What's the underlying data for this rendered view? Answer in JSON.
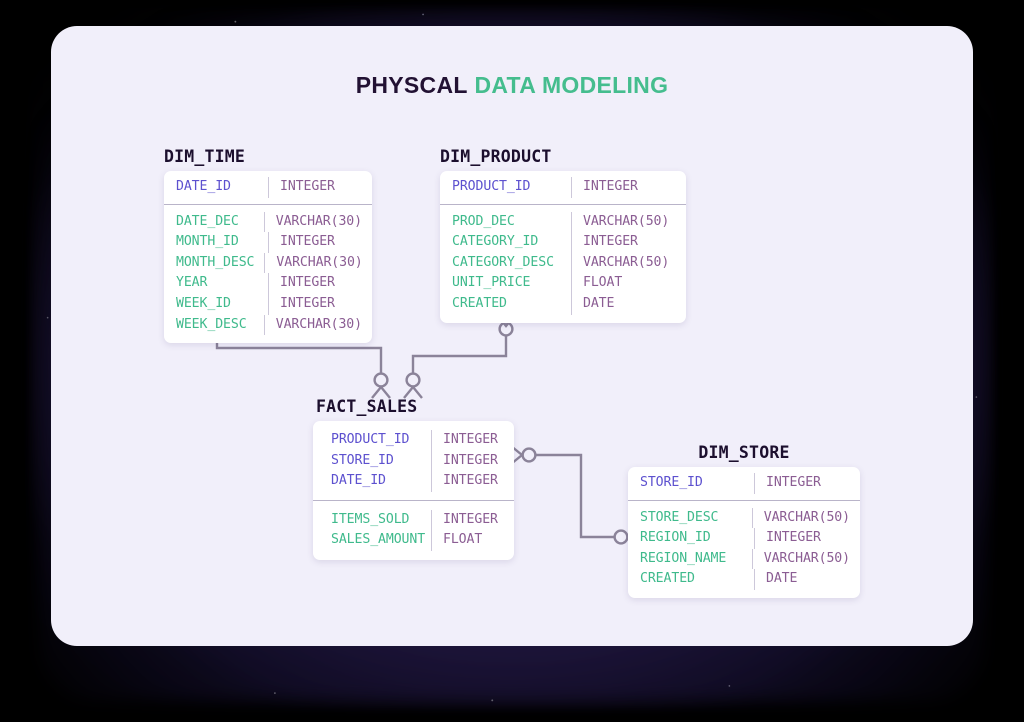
{
  "title": {
    "part1": "PHYSCAL",
    "part2": "DATA MODELING"
  },
  "colors": {
    "background": "#000000",
    "panel": "#f1effa",
    "table_bg": "#ffffff",
    "title_dark": "#221133",
    "title_green": "#45bd8e",
    "pk_column": "#5d51cf",
    "column_name": "#3fba8c",
    "data_type": "#8b5d93",
    "connector": "#8b8399",
    "divider": "#cdc8da"
  },
  "entities": [
    {
      "name": "DIM_TIME",
      "keys": [
        {
          "name": "DATE_ID",
          "type": "INTEGER"
        }
      ],
      "columns": [
        {
          "name": "DATE_DEC",
          "type": "VARCHAR(30)"
        },
        {
          "name": "MONTH_ID",
          "type": "INTEGER"
        },
        {
          "name": "MONTH_DESC",
          "type": "VARCHAR(30)"
        },
        {
          "name": "YEAR",
          "type": "INTEGER"
        },
        {
          "name": "WEEK_ID",
          "type": "INTEGER"
        },
        {
          "name": "WEEK_DESC",
          "type": "VARCHAR(30)"
        }
      ]
    },
    {
      "name": "DIM_PRODUCT",
      "keys": [
        {
          "name": "PRODUCT_ID",
          "type": "INTEGER"
        }
      ],
      "columns": [
        {
          "name": "PROD_DEC",
          "type": "VARCHAR(50)"
        },
        {
          "name": "CATEGORY_ID",
          "type": "INTEGER"
        },
        {
          "name": "CATEGORY_DESC",
          "type": "VARCHAR(50)"
        },
        {
          "name": "UNIT_PRICE",
          "type": "FLOAT"
        },
        {
          "name": "CREATED",
          "type": "DATE"
        }
      ]
    },
    {
      "name": "FACT_SALES",
      "keys": [
        {
          "name": "PRODUCT_ID",
          "type": "INTEGER"
        },
        {
          "name": "STORE_ID",
          "type": "INTEGER"
        },
        {
          "name": "DATE_ID",
          "type": "INTEGER"
        }
      ],
      "columns": [
        {
          "name": "ITEMS_SOLD",
          "type": "INTEGER"
        },
        {
          "name": "SALES_AMOUNT",
          "type": "FLOAT"
        }
      ]
    },
    {
      "name": "DIM_STORE",
      "keys": [
        {
          "name": "STORE_ID",
          "type": "INTEGER"
        }
      ],
      "columns": [
        {
          "name": "STORE_DESC",
          "type": "VARCHAR(50)"
        },
        {
          "name": "REGION_ID",
          "type": "INTEGER"
        },
        {
          "name": "REGION_NAME",
          "type": "VARCHAR(50)"
        },
        {
          "name": "CREATED",
          "type": "DATE"
        }
      ]
    }
  ],
  "relationships": [
    {
      "from": "DIM_TIME",
      "to": "FACT_SALES",
      "from_marker": "one",
      "to_marker": "zero-or-many"
    },
    {
      "from": "DIM_PRODUCT",
      "to": "FACT_SALES",
      "from_marker": "zero-or-many",
      "to_marker": "zero-or-many"
    },
    {
      "from": "FACT_SALES",
      "to": "DIM_STORE",
      "from_marker": "zero-or-many",
      "to_marker": "zero-or-many"
    }
  ]
}
